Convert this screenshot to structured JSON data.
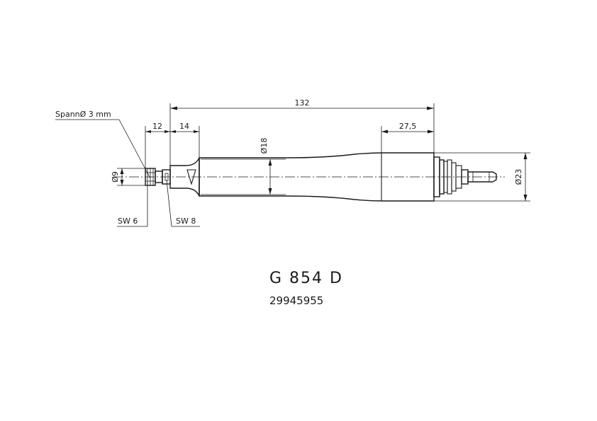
{
  "dimensions": {
    "overall_length": "132",
    "collet_length": "12",
    "nose_length": "14",
    "rear_length": "27,5",
    "body_diameter": "Ø18",
    "collet_diameter": "Ø9",
    "rear_diameter": "Ø23"
  },
  "labels": {
    "collet": "SpannØ 3 mm",
    "wrench_6": "SW 6",
    "wrench_8": "SW 8"
  },
  "title": {
    "model": "G 854 D",
    "part_number": "29945955"
  }
}
